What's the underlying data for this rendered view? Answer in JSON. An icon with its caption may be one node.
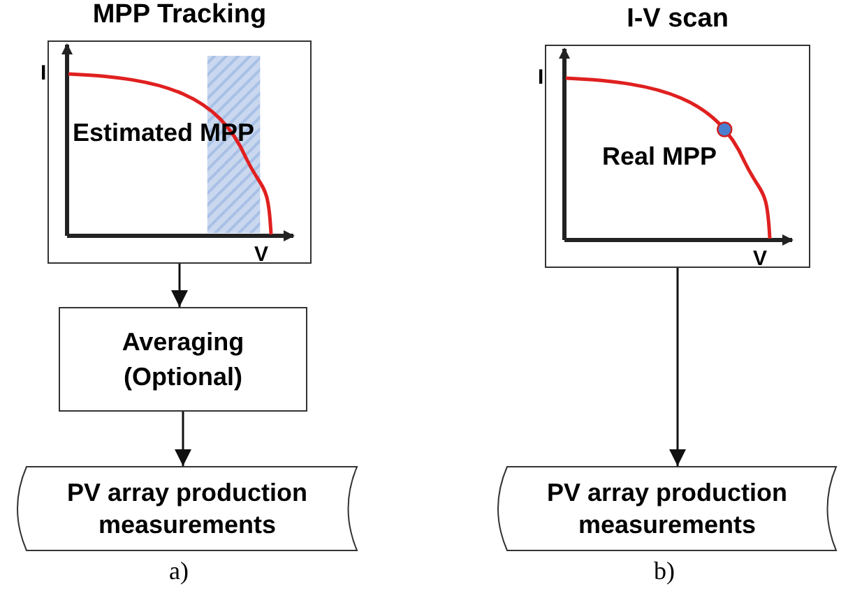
{
  "diagram": {
    "nodes": [
      {
        "text": [
          "MPP Tracking",
          "I",
          "Estimated MPP",
          "V"
        ]
      },
      {
        "text": [
          "Averaging (Optional)"
        ]
      },
      {
        "text": [
          "PV array production measurements"
        ],
        "beside": [
          "a)"
        ]
      },
      {
        "text": [
          "I-V scan",
          "I",
          "Real MPP",
          "V"
        ]
      },
      {
        "text": [
          "PV array production measurements"
        ],
        "beside": [
          "b)"
        ]
      }
    ],
    "edges": [
      {
        "from": 0,
        "to": 1,
        "arrow": "to"
      },
      {
        "from": 1,
        "to": 2,
        "arrow": "to"
      },
      {
        "from": 3,
        "to": 4,
        "arrow": "to"
      }
    ]
  }
}
